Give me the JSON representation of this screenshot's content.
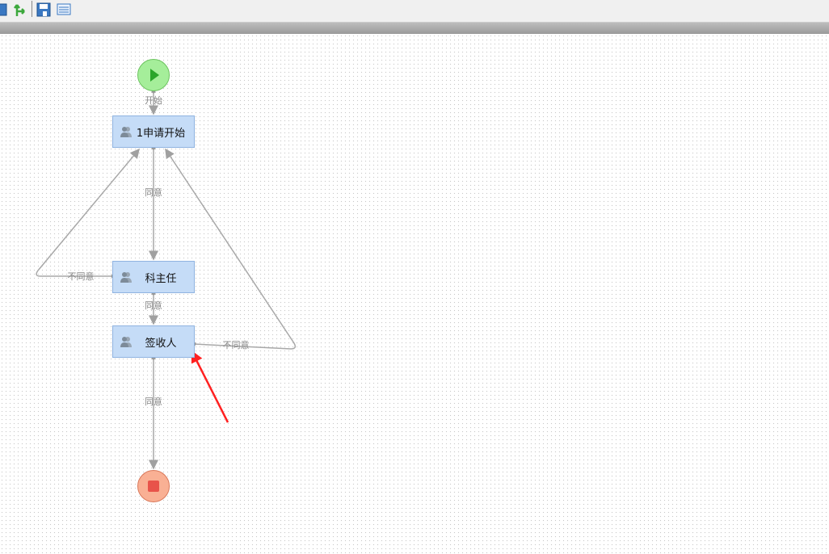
{
  "toolbar": {
    "items": [
      "save-icon",
      "flow-icon",
      "save-icon",
      "list-icon"
    ]
  },
  "nodes": {
    "start": {
      "type": "start"
    },
    "task1": {
      "label": "1申请开始"
    },
    "task2": {
      "label": "科主任"
    },
    "task3": {
      "label": "签收人"
    },
    "end": {
      "type": "end"
    }
  },
  "edges": {
    "start_task1": "开始",
    "task1_task2": "同意",
    "task2_task1": "不同意",
    "task2_task3": "同意",
    "task3_task1": "不同意",
    "task3_end": "同意"
  },
  "colors": {
    "start": "#90e890",
    "end": "#f9a98a",
    "task": "#c5dcf7",
    "annotation": "#ff2020"
  }
}
